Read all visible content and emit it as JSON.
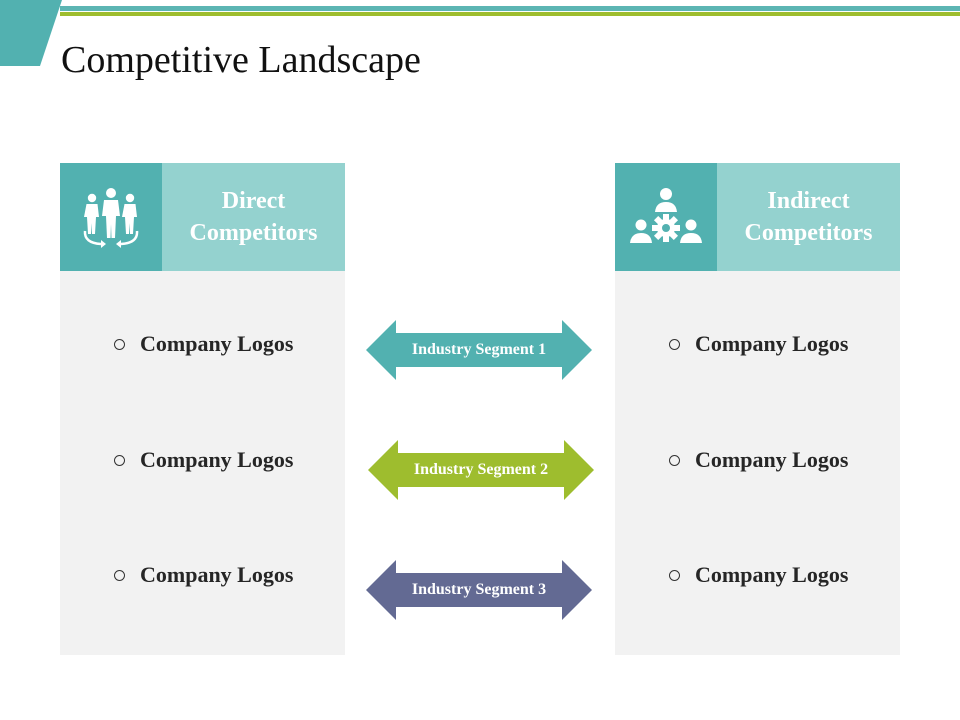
{
  "slide": {
    "title": "Competitive Landscape",
    "colors": {
      "teal": "#52b1b0",
      "light_teal": "#94d2cf",
      "green": "#9ebd2e",
      "slate": "#636a93",
      "panel_bg": "#f2f2f2"
    }
  },
  "left_panel": {
    "icon": "team-group-icon",
    "title_line1": "Direct",
    "title_line2": "Competitors",
    "items": [
      "Company Logos",
      "Company Logos",
      "Company Logos"
    ]
  },
  "right_panel": {
    "icon": "people-gear-icon",
    "title_line1": "Indirect",
    "title_line2": "Competitors",
    "items": [
      "Company Logos",
      "Company Logos",
      "Company Logos"
    ]
  },
  "segments": [
    {
      "label": "Industry Segment 1",
      "color": "#52b1b0"
    },
    {
      "label": "Industry Segment 2",
      "color": "#9ebd2e"
    },
    {
      "label": "Industry Segment 3",
      "color": "#636a93"
    }
  ]
}
